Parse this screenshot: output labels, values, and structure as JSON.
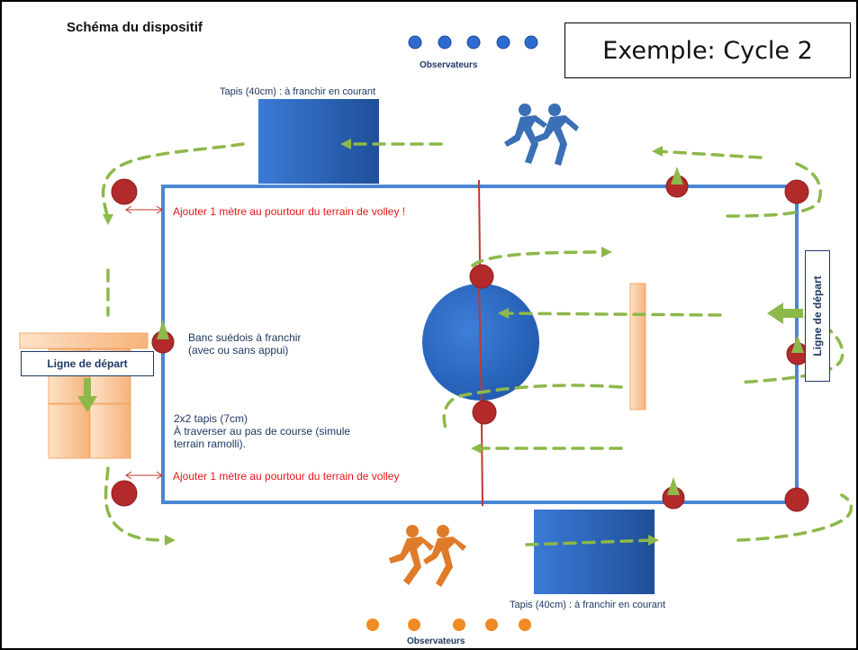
{
  "title": "Schéma du dispositif",
  "example_label": "Exemple: Cycle 2",
  "observers_top": {
    "label": "Observateurs",
    "count": 5,
    "color": "#2e6bd1"
  },
  "observers_bottom": {
    "label": "Observateurs",
    "count": 5,
    "color": "#f08a24"
  },
  "mat_top_label": "Tapis (40cm) : à franchir en courant",
  "mat_bottom_label": "Tapis (40cm) : à franchir en courant",
  "margin_note_top": "Ajouter 1 mètre au pourtour du terrain de volley !",
  "margin_note_bottom": "Ajouter 1 mètre au pourtour du terrain de volley",
  "bench_label_line1": "Banc suédois à franchir",
  "bench_label_line2": "(avec ou sans appui)",
  "small_mats_line1": "2x2 tapis (7cm)",
  "small_mats_line2": "À traverser au pas de course (simule",
  "small_mats_line3": "terrain ramolli).",
  "start_line_left": "Ligne de départ",
  "start_line_right": "Ligne de départ",
  "colors": {
    "court": "#4a86d4",
    "net": "#c0392b",
    "path": "#8db84a",
    "cone_red": "#b22a2a",
    "mat_blue": "#2a5ea8",
    "small_mat_orange": "#f9c79b",
    "runner_blue": "#3b6fb6",
    "runner_orange": "#e07b2a"
  }
}
